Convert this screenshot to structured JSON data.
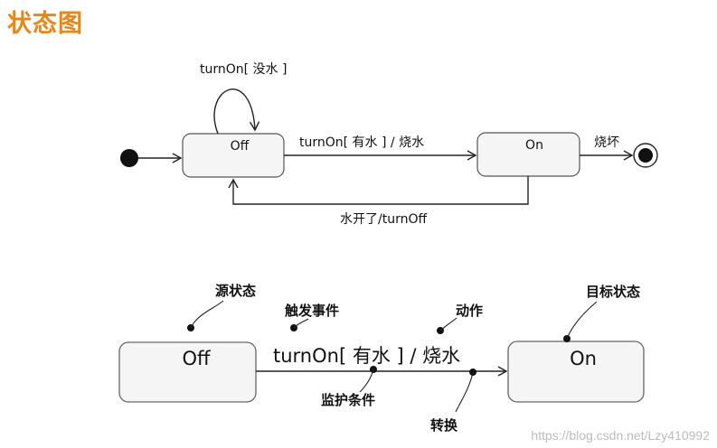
{
  "page_title": "状态图",
  "diagram_top": {
    "states": {
      "off": "Off",
      "on": "On"
    },
    "transitions": {
      "self_loop": "turnOn[ 没水 ]",
      "off_to_on": "turnOn[ 有水 ] / 烧水",
      "on_to_off": "水开了/turnOff",
      "on_to_final": "烧坏"
    }
  },
  "diagram_bottom": {
    "states": {
      "source": "Off",
      "target": "On"
    },
    "transition_label": "turnOn[ 有水 ] / 烧水",
    "callouts": {
      "source_state": "源状态",
      "trigger_event": "触发事件",
      "action": "动作",
      "target_state": "目标状态",
      "guard_condition": "监护条件",
      "transition": "转换"
    }
  },
  "watermark": "https://blog.csdn.net/Lzy410992"
}
